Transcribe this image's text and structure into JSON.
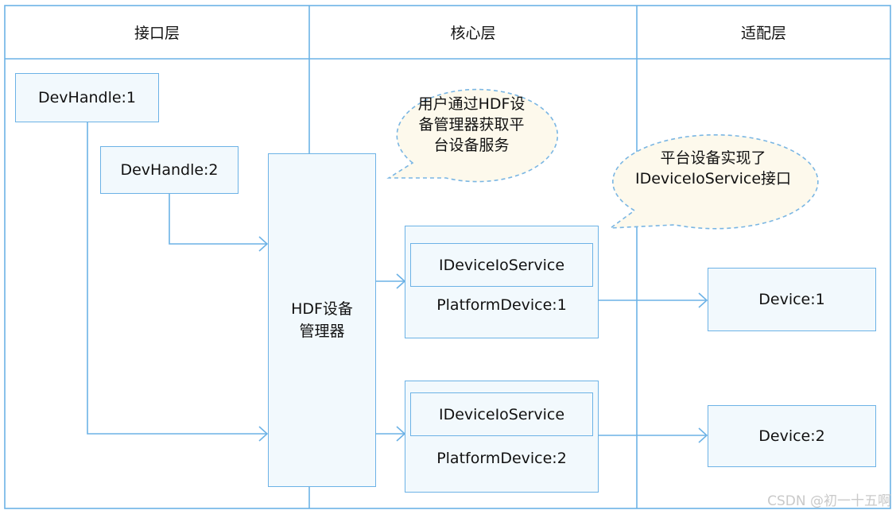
{
  "layers": {
    "interface": "接口层",
    "core": "核心层",
    "adapter": "适配层"
  },
  "handles": {
    "handle1": "DevHandle:1",
    "handle2": "DevHandle:2"
  },
  "manager": {
    "line1": "HDF设备",
    "line2": "管理器"
  },
  "platform_devices": [
    {
      "interface_label": "IDeviceIoService",
      "label": "PlatformDevice:1"
    },
    {
      "interface_label": "IDeviceIoService",
      "label": "PlatformDevice:2"
    }
  ],
  "devices": {
    "device1": "Device:1",
    "device2": "Device:2"
  },
  "callouts": {
    "manager_note": {
      "line1": "用户通过HDF设",
      "line2": "备管理器获取平",
      "line3": "台设备服务"
    },
    "platform_note": {
      "line1": "平台设备实现了",
      "line2": "IDeviceIoService接口"
    }
  },
  "watermark": "CSDN @初一十五啊",
  "colors": {
    "line": "#6cb2e6",
    "box_fill": "#f2f9fd",
    "bubble_fill": "#fdf9ec",
    "bubble_stroke": "#7ab6e3"
  }
}
